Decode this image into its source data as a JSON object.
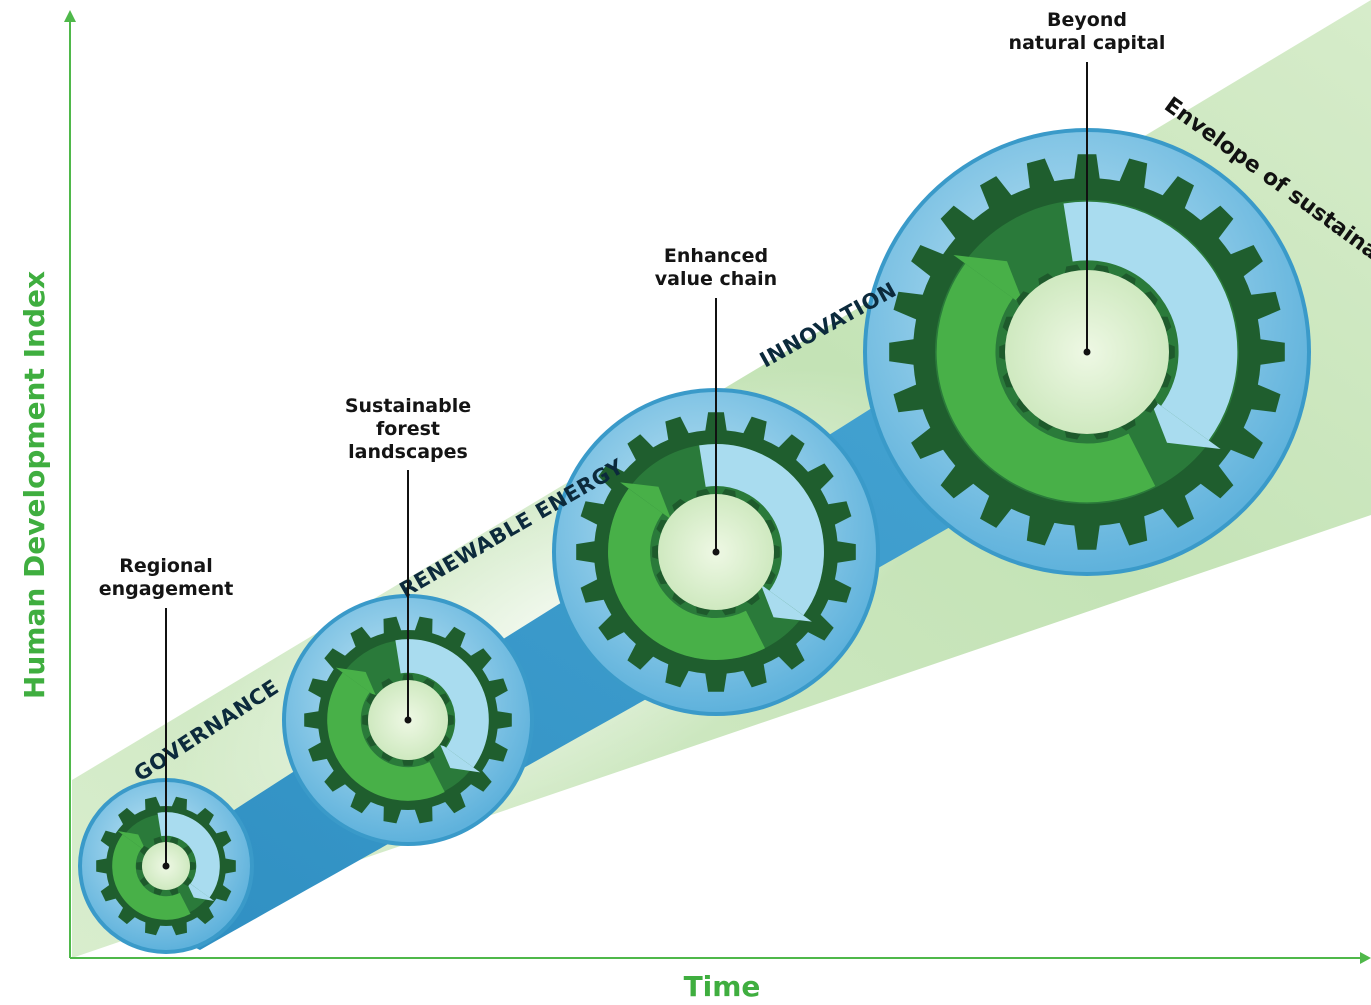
{
  "axes": {
    "y_title": "Human Development Index",
    "x_title": "Time"
  },
  "envelope_label": "Envelope of sustainable growth",
  "bands": [
    {
      "label": "GOVERNANCE"
    },
    {
      "label": "RENEWABLE ENERGY"
    },
    {
      "label": "INNOVATION"
    }
  ],
  "gears": [
    {
      "label_lines": [
        "Regional",
        "engagement"
      ]
    },
    {
      "label_lines": [
        "Sustainable",
        "forest",
        "landscapes"
      ]
    },
    {
      "label_lines": [
        "Enhanced",
        "value chain"
      ]
    },
    {
      "label_lines": [
        "Beyond",
        "natural capital"
      ]
    }
  ],
  "colors": {
    "axis": "#4fb84a",
    "axis_title": "#3fae3f",
    "envelope": "#cfe8c3",
    "belt": "#3a9ac9",
    "gear_ring": "#8fcbe6",
    "gear_dark": "#1f5e2e",
    "gear_mid": "#2f8a3c",
    "arrow_green": "#48b048",
    "arrow_blue": "#a9dcef"
  }
}
